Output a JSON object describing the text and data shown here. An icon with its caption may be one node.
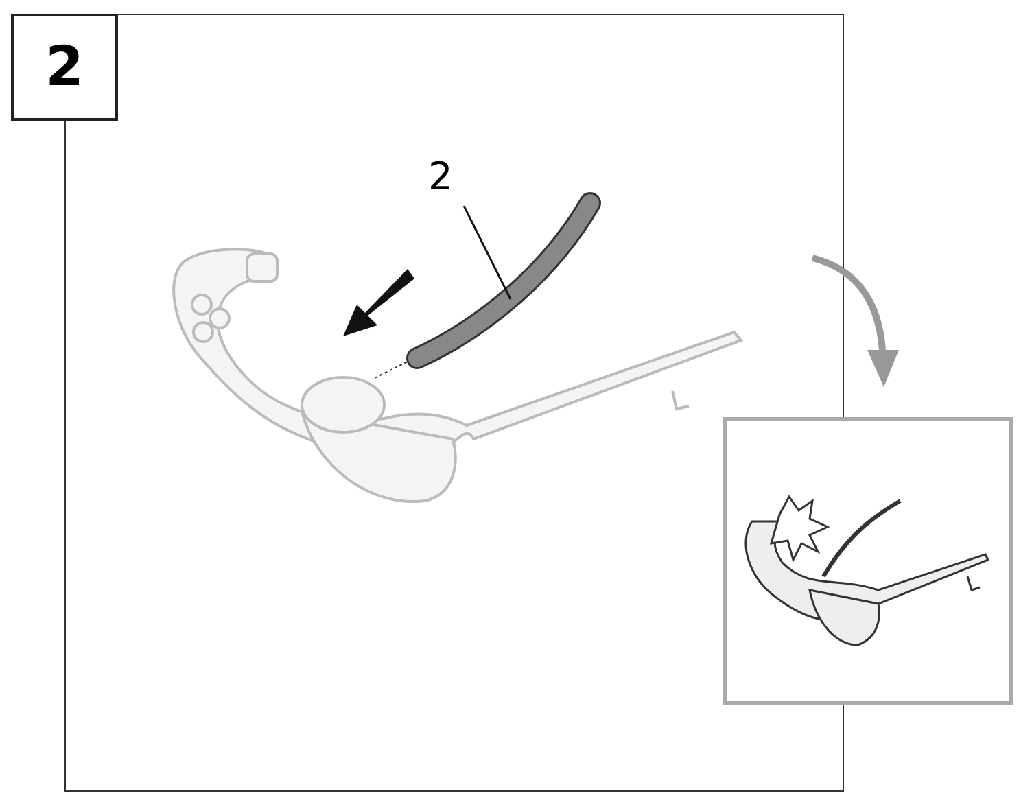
{
  "diagram": {
    "nodes": [
      {
        "text": [
          "2"
        ]
      },
      {
        "text": [],
        "shape": "picture"
      }
    ],
    "edges": [
      {
        "from": 0,
        "to": 1,
        "arrow": "none"
      }
    ],
    "labels": [
      "2"
    ]
  }
}
